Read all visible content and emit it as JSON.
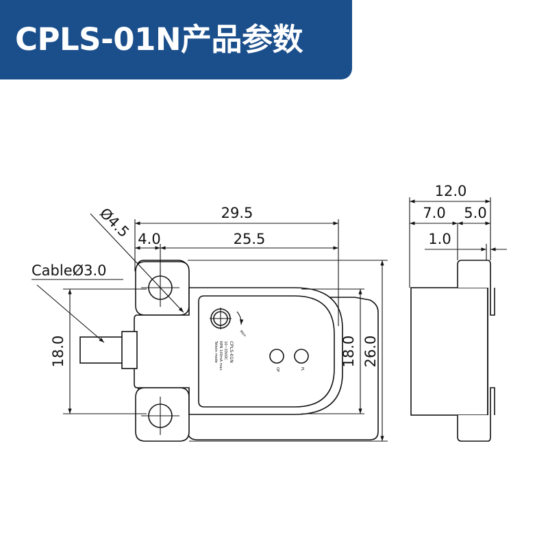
{
  "header": {
    "title": "CPLS-01N产品参数"
  },
  "front_view": {
    "dims": {
      "overall_width": "29.5",
      "hole_diameter": "Ø4.5",
      "hole_offset": "4.0",
      "hole_to_edge": "25.5",
      "cable": "CableØ3.0",
      "left_height": "18.0",
      "inner_height": "18.0",
      "overall_height": "26.0"
    },
    "label": {
      "model": "CPLS-01N",
      "voltage": "10~30VDC",
      "output": "NPN 100mA max.",
      "hint": "Teleon mode"
    },
    "leds": {
      "op": "OP",
      "pl": "PL"
    },
    "adjust": "Max."
  },
  "side_view": {
    "dims": {
      "overall_width": "12.0",
      "left_width": "7.0",
      "right_width": "5.0",
      "step": "1.0"
    }
  }
}
